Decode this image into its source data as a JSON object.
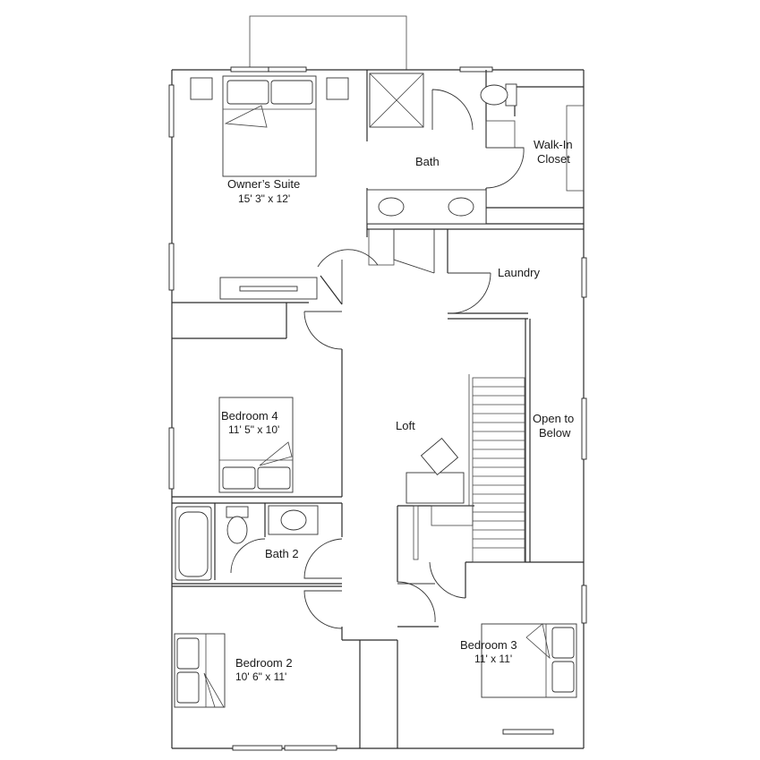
{
  "rooms": {
    "owners_suite": {
      "name": "Owner’s Suite",
      "dims": "15' 3\" x 12'"
    },
    "bath": {
      "name": "Bath"
    },
    "walk_in_closet": {
      "name_line1": "Walk-In",
      "name_line2": "Closet"
    },
    "laundry": {
      "name": "Laundry"
    },
    "bedroom_4": {
      "name": "Bedroom 4",
      "dims": "11' 5\" x 10'"
    },
    "loft": {
      "name": "Loft"
    },
    "open_to_below": {
      "name_line1": "Open to",
      "name_line2": "Below"
    },
    "bath_2": {
      "name": "Bath 2"
    },
    "bedroom_2": {
      "name": "Bedroom 2",
      "dims": "10' 6\" x 11'"
    },
    "bedroom_3": {
      "name": "Bedroom 3",
      "dims": "11' x 11'"
    }
  },
  "colors": {
    "wall": "#2b2b2b",
    "background": "#ffffff",
    "text": "#1a1a1a"
  }
}
